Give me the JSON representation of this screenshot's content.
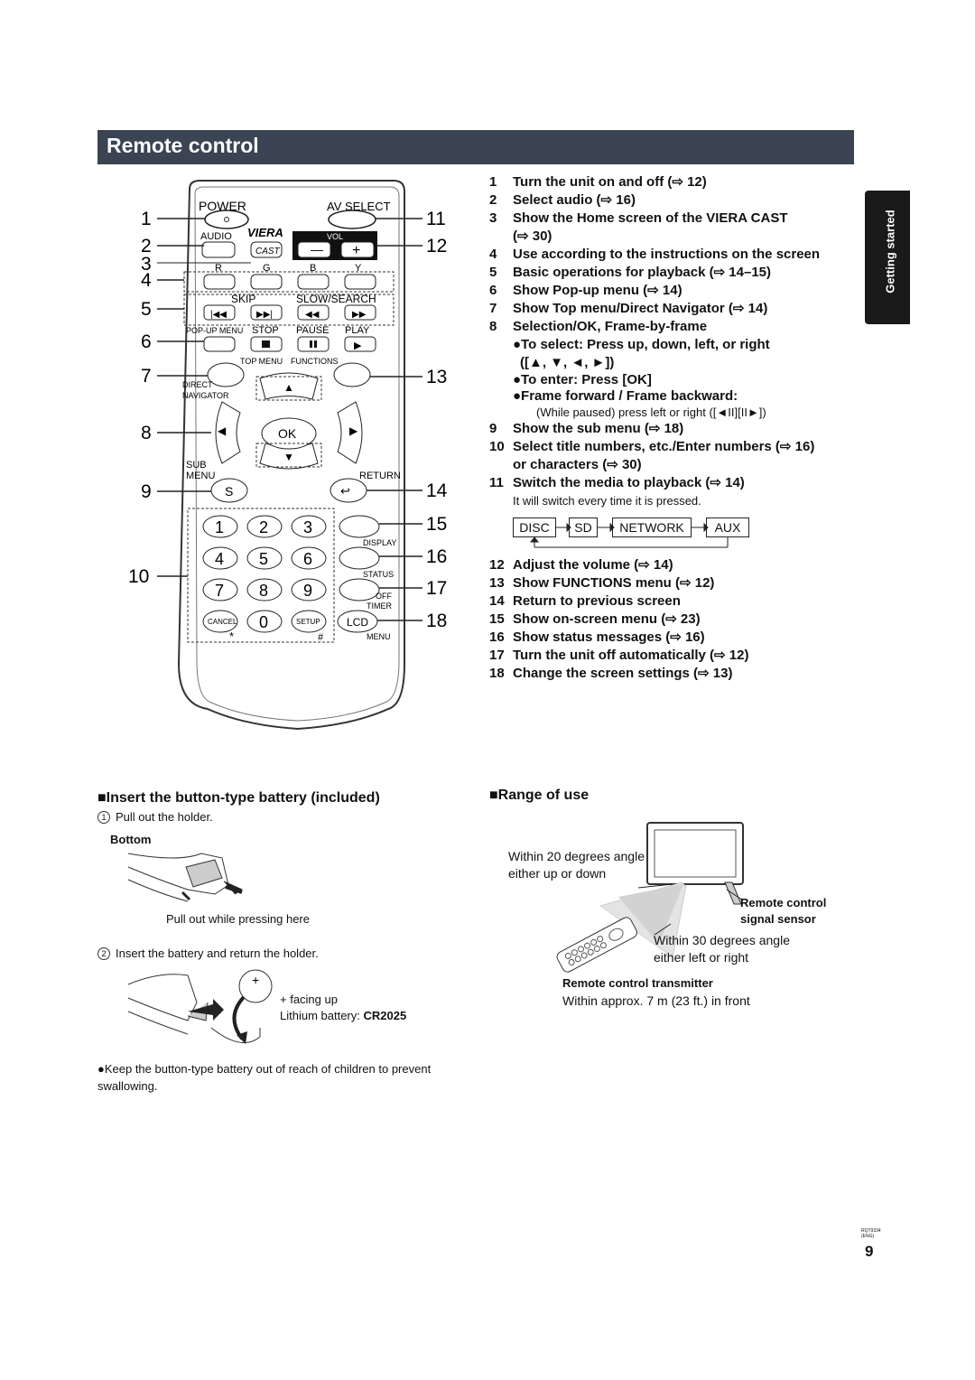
{
  "header": {
    "title": "Remote control"
  },
  "side_tab": {
    "label": "Getting started"
  },
  "remote": {
    "numbers_left": [
      "1",
      "2",
      "3",
      "4",
      "5",
      "6",
      "7",
      "8",
      "9",
      "10"
    ],
    "numbers_right": [
      "11",
      "12",
      "13",
      "14",
      "15",
      "16",
      "17",
      "18"
    ],
    "labels": {
      "power": "POWER",
      "av_select": "AV SELECT",
      "audio": "AUDIO",
      "viera": "VIERA",
      "cast": "CAST",
      "vol": "VOL",
      "r": "R",
      "g": "G",
      "b": "B",
      "y": "Y",
      "skip": "SKIP",
      "slow_search": "SLOW/SEARCH",
      "popup_menu": "POP-UP MENU",
      "stop": "STOP",
      "pause": "PAUSE",
      "play": "PLAY",
      "top_menu": "TOP MENU",
      "functions": "FUNCTIONS",
      "direct": "DIRECT",
      "navigator": "NAVIGATOR",
      "ok": "OK",
      "sub": "SUB",
      "menu": "MENU",
      "return": "RETURN",
      "s": "S",
      "display": "DISPLAY",
      "status": "STATUS",
      "off": "OFF",
      "timer": "TIMER",
      "cancel": "CANCEL",
      "setup": "SETUP",
      "lcd": "LCD",
      "lcd_menu": "MENU",
      "star": "*",
      "hash": "#"
    },
    "keypad": [
      "1",
      "2",
      "3",
      "4",
      "5",
      "6",
      "7",
      "8",
      "9",
      "0"
    ]
  },
  "list": [
    {
      "n": "1",
      "t": "Turn the unit on and off (⇨ 12)"
    },
    {
      "n": "2",
      "t": "Select audio (⇨ 16)"
    },
    {
      "n": "3",
      "t": "Show the Home screen of the VIERA CAST"
    },
    {
      "n": "",
      "t": "(⇨ 30)"
    },
    {
      "n": "4",
      "t": "Use according to the instructions on the screen"
    },
    {
      "n": "5",
      "t": "Basic operations for playback (⇨ 14–15)"
    },
    {
      "n": "6",
      "t": "Show Pop-up menu (⇨ 14)"
    },
    {
      "n": "7",
      "t": "Show Top menu/Direct Navigator (⇨ 14)"
    },
    {
      "n": "8",
      "t": "Selection/OK, Frame-by-frame"
    }
  ],
  "item8": {
    "select": "●To select: Press up, down, left, or right",
    "arrows": "([▲, ▼, ◄, ►])",
    "enter": "●To enter: Press [OK]",
    "frame": "●Frame forward / Frame backward:",
    "paused": "(While paused) press left or right ([◄II][II►])"
  },
  "list2": [
    {
      "n": "9",
      "t": "Show the sub menu (⇨ 18)"
    },
    {
      "n": "10",
      "t": "Select title numbers, etc./Enter numbers (⇨ 16)"
    },
    {
      "n": "",
      "t": "or characters (⇨ 30)"
    },
    {
      "n": "11",
      "t": "Switch the media to playback (⇨ 14)"
    }
  ],
  "item11_note": "It will switch every time it is pressed.",
  "media_flow": [
    "DISC",
    "SD",
    "NETWORK",
    "AUX"
  ],
  "list3": [
    {
      "n": "12",
      "t": "Adjust the volume (⇨ 14)"
    },
    {
      "n": "13",
      "t": "Show FUNCTIONS menu (⇨ 12)"
    },
    {
      "n": "14",
      "t": "Return to previous screen"
    },
    {
      "n": "15",
      "t": "Show on-screen menu (⇨ 23)"
    },
    {
      "n": "16",
      "t": "Show status messages (⇨ 16)"
    },
    {
      "n": "17",
      "t": "Turn the unit off automatically (⇨ 12)"
    },
    {
      "n": "18",
      "t": "Change the screen settings (⇨ 13)"
    }
  ],
  "battery": {
    "title": "■Insert the button-type battery (included)",
    "step1_num": "1",
    "step1": "Pull out the holder.",
    "bottom": "Bottom",
    "pull_note": "Pull out while pressing here",
    "step2_num": "2",
    "step2": "Insert the battery and return the holder.",
    "plus": "+",
    "facing": "+ facing up",
    "lithium": "Lithium battery: ",
    "model": "CR2025",
    "warning": "●Keep the button-type battery out of reach of children to prevent swallowing."
  },
  "range": {
    "title": "■Range of use",
    "vertical": "Within 20 degrees angle either up or down",
    "sensor": "Remote control signal sensor",
    "horizontal": "Within 30 degrees angle either left or right",
    "transmitter": "Remote control transmitter",
    "distance": "Within approx. 7 m (23 ft.) in front"
  },
  "footer": {
    "code": "RQT9334 (ENG)",
    "page": "9"
  }
}
